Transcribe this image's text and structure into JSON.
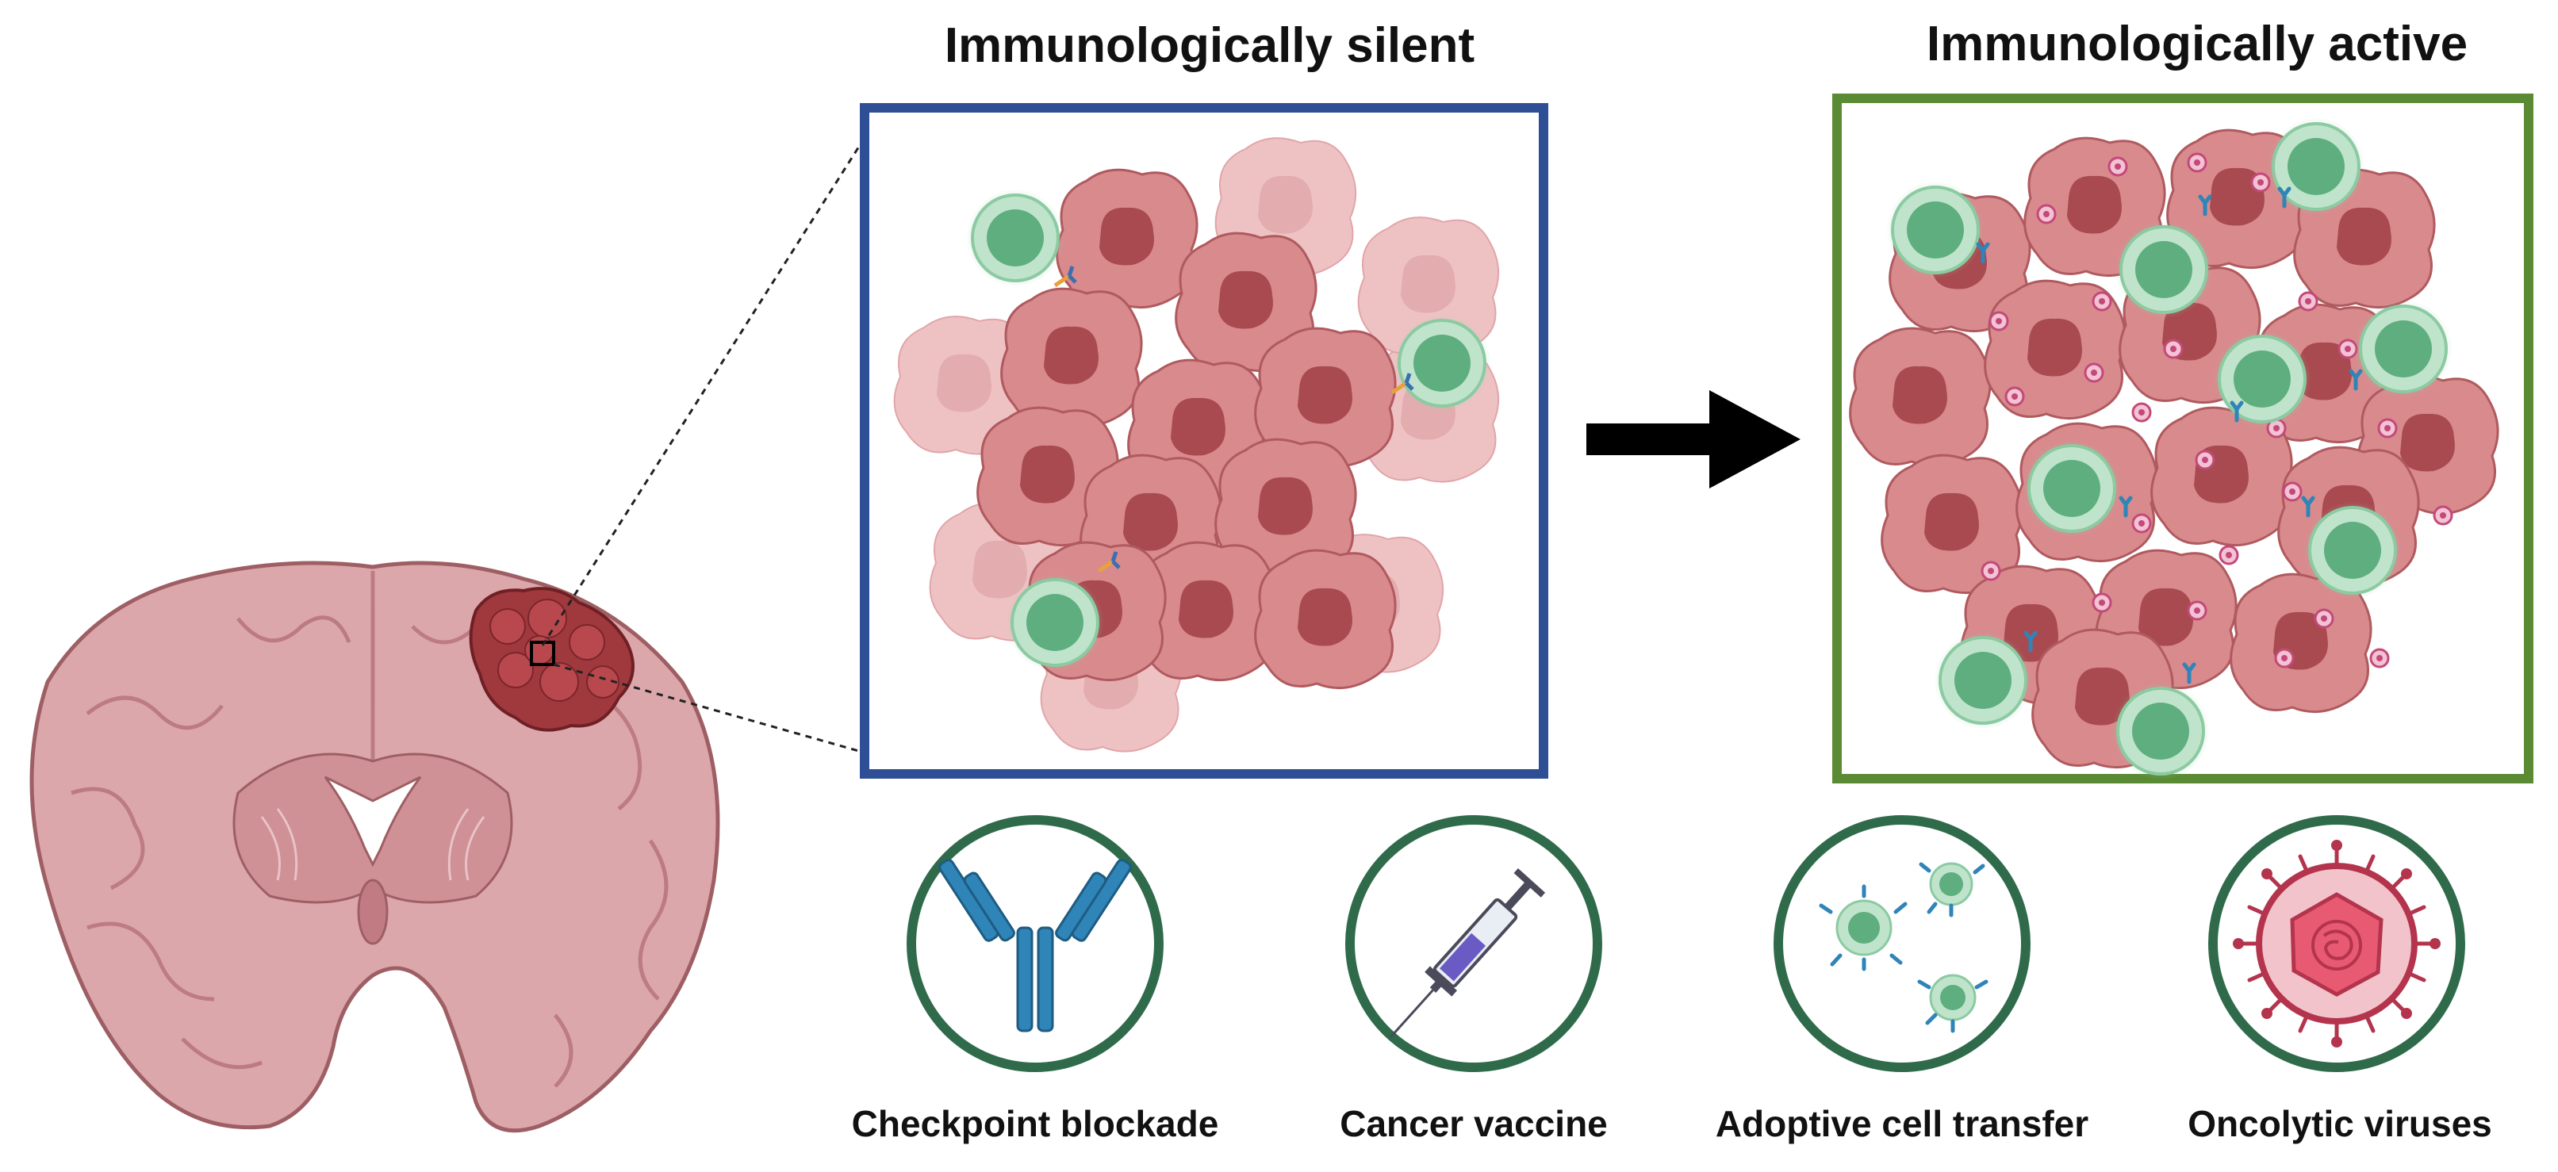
{
  "panels": {
    "silent": {
      "title": "Immunologically silent",
      "frame_color": "#2e4f96"
    },
    "active": {
      "title": "Immunologically active",
      "frame_color": "#5a8a34"
    }
  },
  "therapies": [
    {
      "label": "Checkpoint blockade",
      "icon": "antibody-icon"
    },
    {
      "label": "Cancer vaccine",
      "icon": "syringe-icon"
    },
    {
      "label": "Adoptive cell transfer",
      "icon": "t-cells-icon"
    },
    {
      "label": "Oncolytic viruses",
      "icon": "virus-icon"
    }
  ],
  "colors": {
    "therapy_ring": "#2f6b4a",
    "brain": "#d9a3a8",
    "tumor": "#a0393e",
    "tumor_cell": "#cf7d80",
    "t_cell": "#6fbe8e",
    "antibody": "#2f84b8",
    "virus": "#b3344c",
    "arrow": "#000000"
  }
}
